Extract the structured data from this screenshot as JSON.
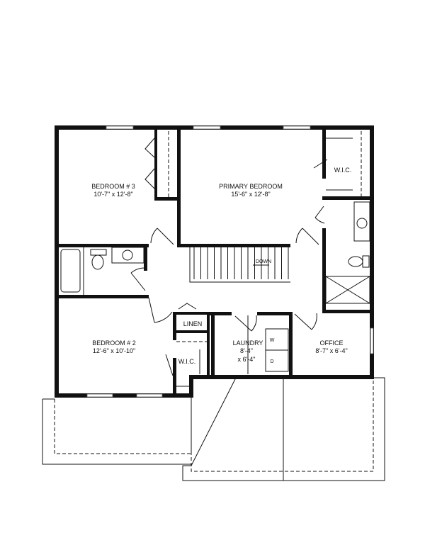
{
  "rooms": {
    "bedroom3": {
      "name": "BEDROOM # 3",
      "size": "10'-7\" x 12'-8\""
    },
    "primary": {
      "name": "PRIMARY BEDROOM",
      "size": "15'-6\" x 12'-8\""
    },
    "primary_wic": {
      "name": "W.I.C."
    },
    "bedroom2": {
      "name": "BEDROOM # 2",
      "size": "12'-6\" x 10'-10\""
    },
    "linen": {
      "name": "LINEN"
    },
    "bedroom2_wic": {
      "name": "W.I.C."
    },
    "laundry": {
      "name": "LAUNDRY",
      "size_line1": "8'-4\"",
      "size_line2": "x 6'-4\""
    },
    "office": {
      "name": "OFFICE",
      "size": "8'-7\" x 6'-4\""
    }
  },
  "stairs": {
    "label": "DOWN"
  },
  "appliances": {
    "washer": "W",
    "dryer": "D"
  }
}
